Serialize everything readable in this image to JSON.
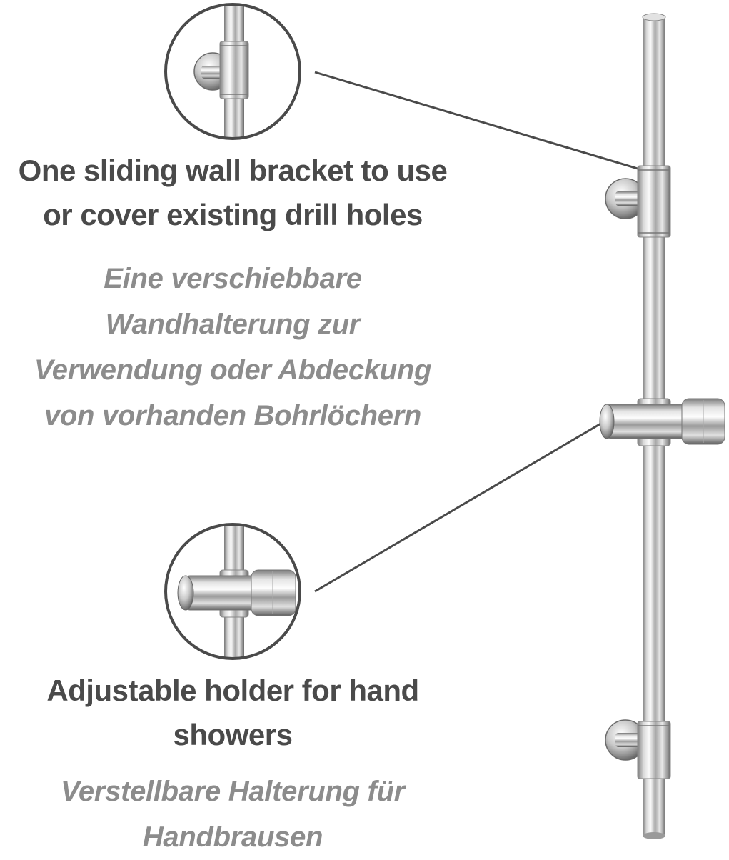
{
  "callout_top": {
    "en_lines": [
      "One sliding wall bracket to use",
      "or cover existing drill holes"
    ],
    "de_lines": [
      "Eine verschiebbare",
      "Wandhalterung zur",
      "Verwendung oder Abdeckung",
      "von vorhanden Bohrlöchern"
    ]
  },
  "callout_bottom": {
    "en_lines": [
      "Adjustable holder for hand",
      "showers"
    ],
    "de_lines": [
      "Verstellbare Halterung für",
      "Handbrausen"
    ]
  },
  "colors": {
    "english_text": "#4a4a4a",
    "german_text": "#8c8c8c",
    "callout_line": "#4a4a4a",
    "chrome_dark": "#6e6e6e",
    "chrome_light": "#f4f4f4"
  },
  "icons": [
    "wall-bracket-icon",
    "hand-shower-holder-icon",
    "shower-rail-icon"
  ]
}
